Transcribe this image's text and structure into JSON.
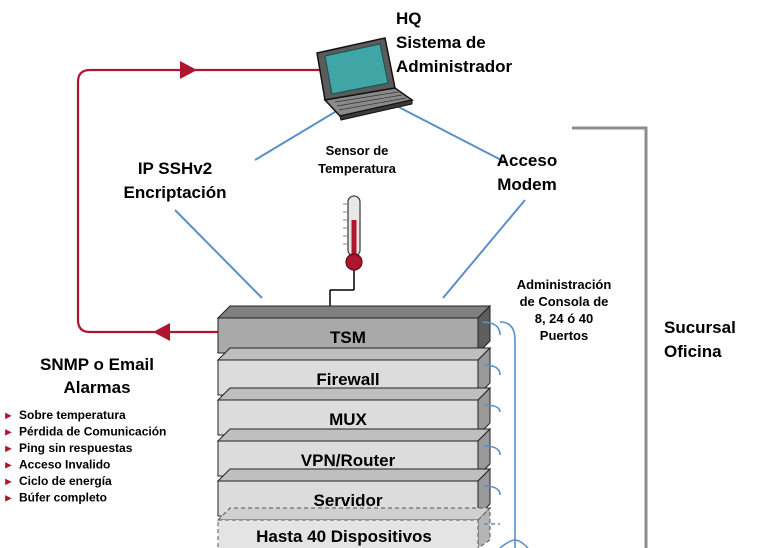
{
  "hq": {
    "line1": "HQ",
    "line2": "Sistema de",
    "line3": "Administrador"
  },
  "ssh": {
    "line1": "IP SSHv2",
    "line2": "Encriptación"
  },
  "sensor": {
    "line1": "Sensor de",
    "line2": "Temperatura"
  },
  "modem": {
    "line1": "Acceso",
    "line2": "Modem"
  },
  "console": {
    "line1": "Administración",
    "line2": "de Consola de",
    "line3": "8, 24 ó 40",
    "line4": "Puertos"
  },
  "branch": {
    "line1": "Sucursal",
    "line2": "Oficina"
  },
  "alarms": {
    "title1": "SNMP o Email",
    "title2": "Alarmas",
    "items": [
      "Sobre temperatura",
      "Pérdida de Comunicación",
      "Ping sin respuestas",
      "Acceso Invalido",
      "Ciclo de energía",
      "Búfer completo"
    ],
    "bullet": "►"
  },
  "devices": [
    "TSM",
    "Firewall",
    "MUX",
    "VPN/Router",
    "Servidor"
  ],
  "expansion": "Hasta 40 Dispositivos",
  "colors": {
    "alarm_loop": "#b01530",
    "network_lines": "#5b8fc7",
    "bracket": "#8c8c8c",
    "tsm_face": "#a9a9a9",
    "device_face": "#dcdcdc",
    "laptop_screen": "#3fa5a5",
    "thermo_red": "#b01530"
  }
}
